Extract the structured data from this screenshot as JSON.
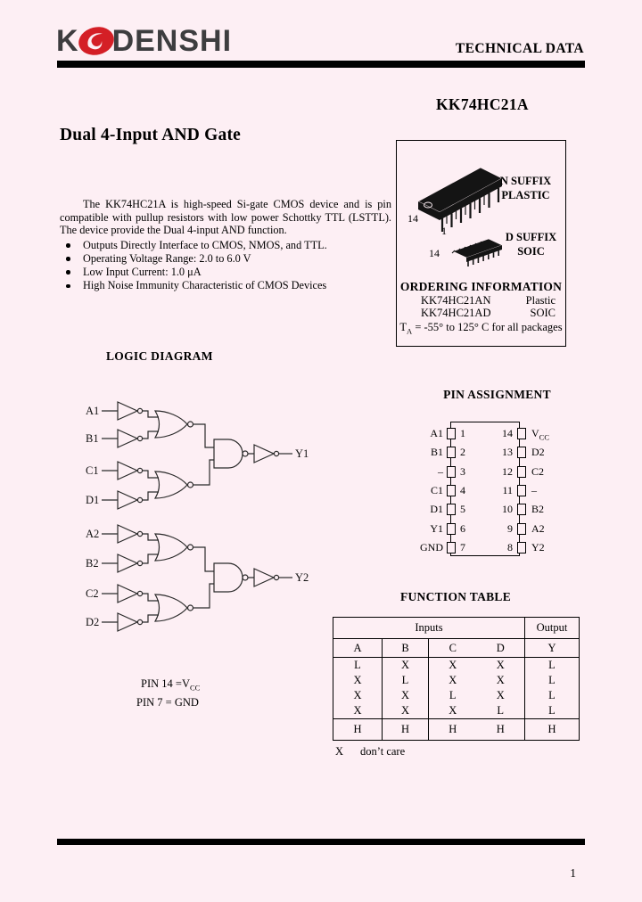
{
  "colors": {
    "bg": "#fdeff4",
    "logo_red": "#d41f26",
    "logo_gray": "#3d3d3f",
    "ink": "#000000"
  },
  "header": {
    "logo_k": "K",
    "logo_rest": "DENSHI",
    "right_label": "TECHNICAL DATA"
  },
  "doc": {
    "part_number": "KK74HC21A",
    "title": "Dual 4-Input AND Gate",
    "page_number": "1"
  },
  "description": {
    "paragraph": "The KK74HC21A is high-speed Si-gate CMOS device and is pin compatible with pullup resistors with low power Schottky TTL (LSTTL). The device provide the Dual 4-input AND function.",
    "bullets": [
      "Outputs Directly Interface to CMOS, NMOS, and TTL.",
      "Operating Voltage Range: 2.0 to 6.0 V",
      "Low Input Current: 1.0 μA",
      "High Noise Immunity Characteristic of CMOS Devices"
    ]
  },
  "package_box": {
    "dip": {
      "suffix": "N SUFFIX",
      "type": "PLASTIC",
      "pin14": "14",
      "pin1": "1"
    },
    "soic": {
      "suffix": "D SUFFIX",
      "type": "SOIC",
      "pin14": "14"
    },
    "ordering": {
      "title": "ORDERING INFORMATION",
      "rows": [
        {
          "part": "KK74HC21AN",
          "pkg": "Plastic"
        },
        {
          "part": "KK74HC21AD",
          "pkg": "SOIC"
        }
      ],
      "temp_main": "T",
      "temp_sub": "A",
      "temp_rest": " = -55° to 125° C for all packages"
    }
  },
  "logic_diagram": {
    "title": "LOGIC DIAGRAM",
    "inputs": [
      "A1",
      "B1",
      "C1",
      "D1",
      "A2",
      "B2",
      "C2",
      "D2"
    ],
    "outputs": [
      "Y1",
      "Y2"
    ],
    "pin_note_1_main": "PIN 14 =V",
    "pin_note_1_sub": "CC",
    "pin_note_2": "PIN 7 = GND"
  },
  "pin_assignment": {
    "title": "PIN ASSIGNMENT",
    "left": [
      {
        "label": "A1",
        "pin": "1"
      },
      {
        "label": "B1",
        "pin": "2"
      },
      {
        "label": "–",
        "pin": "3"
      },
      {
        "label": "C1",
        "pin": "4"
      },
      {
        "label": "D1",
        "pin": "5"
      },
      {
        "label": "Y1",
        "pin": "6"
      },
      {
        "label": "GND",
        "pin": "7"
      }
    ],
    "right": [
      {
        "main": "V",
        "sub": "CC",
        "pin": "14"
      },
      {
        "main": "D2",
        "sub": "",
        "pin": "13"
      },
      {
        "main": "C2",
        "sub": "",
        "pin": "12"
      },
      {
        "main": "–",
        "sub": "",
        "pin": "11"
      },
      {
        "main": "B2",
        "sub": "",
        "pin": "10"
      },
      {
        "main": "A2",
        "sub": "",
        "pin": "9"
      },
      {
        "main": "Y2",
        "sub": "",
        "pin": "8"
      }
    ]
  },
  "function_table": {
    "title": "FUNCTION TABLE",
    "inputs_header": "Inputs",
    "output_header": "Output",
    "col_headers": [
      "A",
      "B",
      "C",
      "D",
      "Y"
    ],
    "rows": [
      [
        "L",
        "X",
        "X",
        "X",
        "L"
      ],
      [
        "X",
        "L",
        "X",
        "X",
        "L"
      ],
      [
        "X",
        "X",
        "L",
        "X",
        "L"
      ],
      [
        "X",
        "X",
        "X",
        "L",
        "L"
      ]
    ],
    "high_row": [
      "H",
      "H",
      "H",
      "H",
      "H"
    ],
    "note_symbol": "X",
    "note_text": "don’t care"
  }
}
